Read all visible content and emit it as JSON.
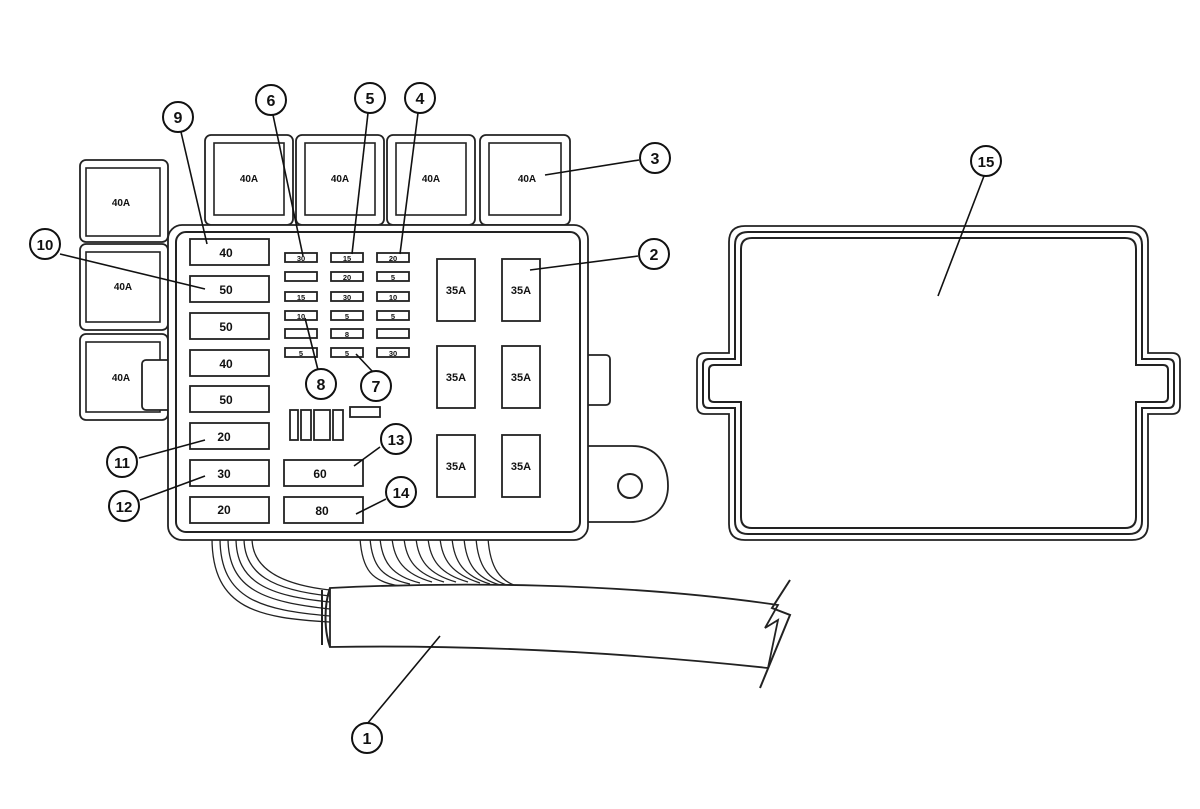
{
  "relays_40a": [
    "40A",
    "40A",
    "40A",
    "40A",
    "40A",
    "40A",
    "40A"
  ],
  "maxi_fuses": [
    "40",
    "50",
    "50",
    "40",
    "50",
    "20",
    "30",
    "20"
  ],
  "mini_fuses": {
    "col1": [
      "30",
      "",
      "15",
      "10",
      "",
      "5"
    ],
    "col2": [
      "15",
      "20",
      "30",
      "5",
      "8",
      "5"
    ],
    "col3": [
      "20",
      "5",
      "10",
      "5",
      "",
      "30"
    ]
  },
  "cartridge_fuses": [
    "60",
    "80"
  ],
  "relays_35a": [
    "35A",
    "35A",
    "35A",
    "35A",
    "35A",
    "35A"
  ],
  "callouts": [
    "1",
    "2",
    "3",
    "4",
    "5",
    "6",
    "7",
    "8",
    "9",
    "10",
    "11",
    "12",
    "13",
    "14",
    "15"
  ]
}
